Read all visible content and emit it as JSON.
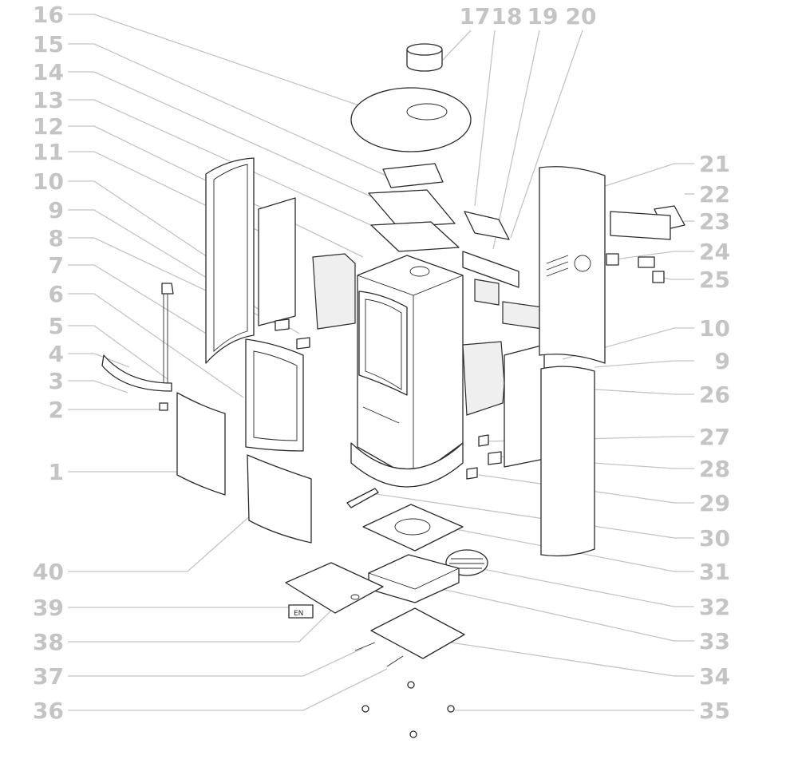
{
  "callouts": [
    {
      "n": "16",
      "side": "left"
    },
    {
      "n": "15",
      "side": "left"
    },
    {
      "n": "14",
      "side": "left"
    },
    {
      "n": "13",
      "side": "left"
    },
    {
      "n": "12",
      "side": "left"
    },
    {
      "n": "11",
      "side": "left"
    },
    {
      "n": "10",
      "side": "left"
    },
    {
      "n": "9",
      "side": "left"
    },
    {
      "n": "8",
      "side": "left"
    },
    {
      "n": "7",
      "side": "left"
    },
    {
      "n": "6",
      "side": "left"
    },
    {
      "n": "5",
      "side": "left"
    },
    {
      "n": "4",
      "side": "left"
    },
    {
      "n": "3",
      "side": "left"
    },
    {
      "n": "2",
      "side": "left"
    },
    {
      "n": "1",
      "side": "left"
    },
    {
      "n": "40",
      "side": "left"
    },
    {
      "n": "39",
      "side": "left"
    },
    {
      "n": "38",
      "side": "left"
    },
    {
      "n": "37",
      "side": "left"
    },
    {
      "n": "36",
      "side": "left"
    },
    {
      "n": "17",
      "side": "top"
    },
    {
      "n": "18",
      "side": "top"
    },
    {
      "n": "19",
      "side": "top"
    },
    {
      "n": "20",
      "side": "top"
    },
    {
      "n": "21",
      "side": "right"
    },
    {
      "n": "22",
      "side": "right"
    },
    {
      "n": "23",
      "side": "right"
    },
    {
      "n": "24",
      "side": "right"
    },
    {
      "n": "25",
      "side": "right"
    },
    {
      "n": "10",
      "side": "right"
    },
    {
      "n": "9",
      "side": "right"
    },
    {
      "n": "26",
      "side": "right"
    },
    {
      "n": "27",
      "side": "right"
    },
    {
      "n": "28",
      "side": "right"
    },
    {
      "n": "29",
      "side": "right"
    },
    {
      "n": "30",
      "side": "right"
    },
    {
      "n": "31",
      "side": "right"
    },
    {
      "n": "32",
      "side": "right"
    },
    {
      "n": "33",
      "side": "right"
    },
    {
      "n": "34",
      "side": "right"
    },
    {
      "n": "35",
      "side": "right"
    }
  ],
  "plate_label": "EN",
  "colors": {
    "label": "#c4c4c4",
    "line": "#2b2b2b",
    "background": "#ffffff"
  }
}
